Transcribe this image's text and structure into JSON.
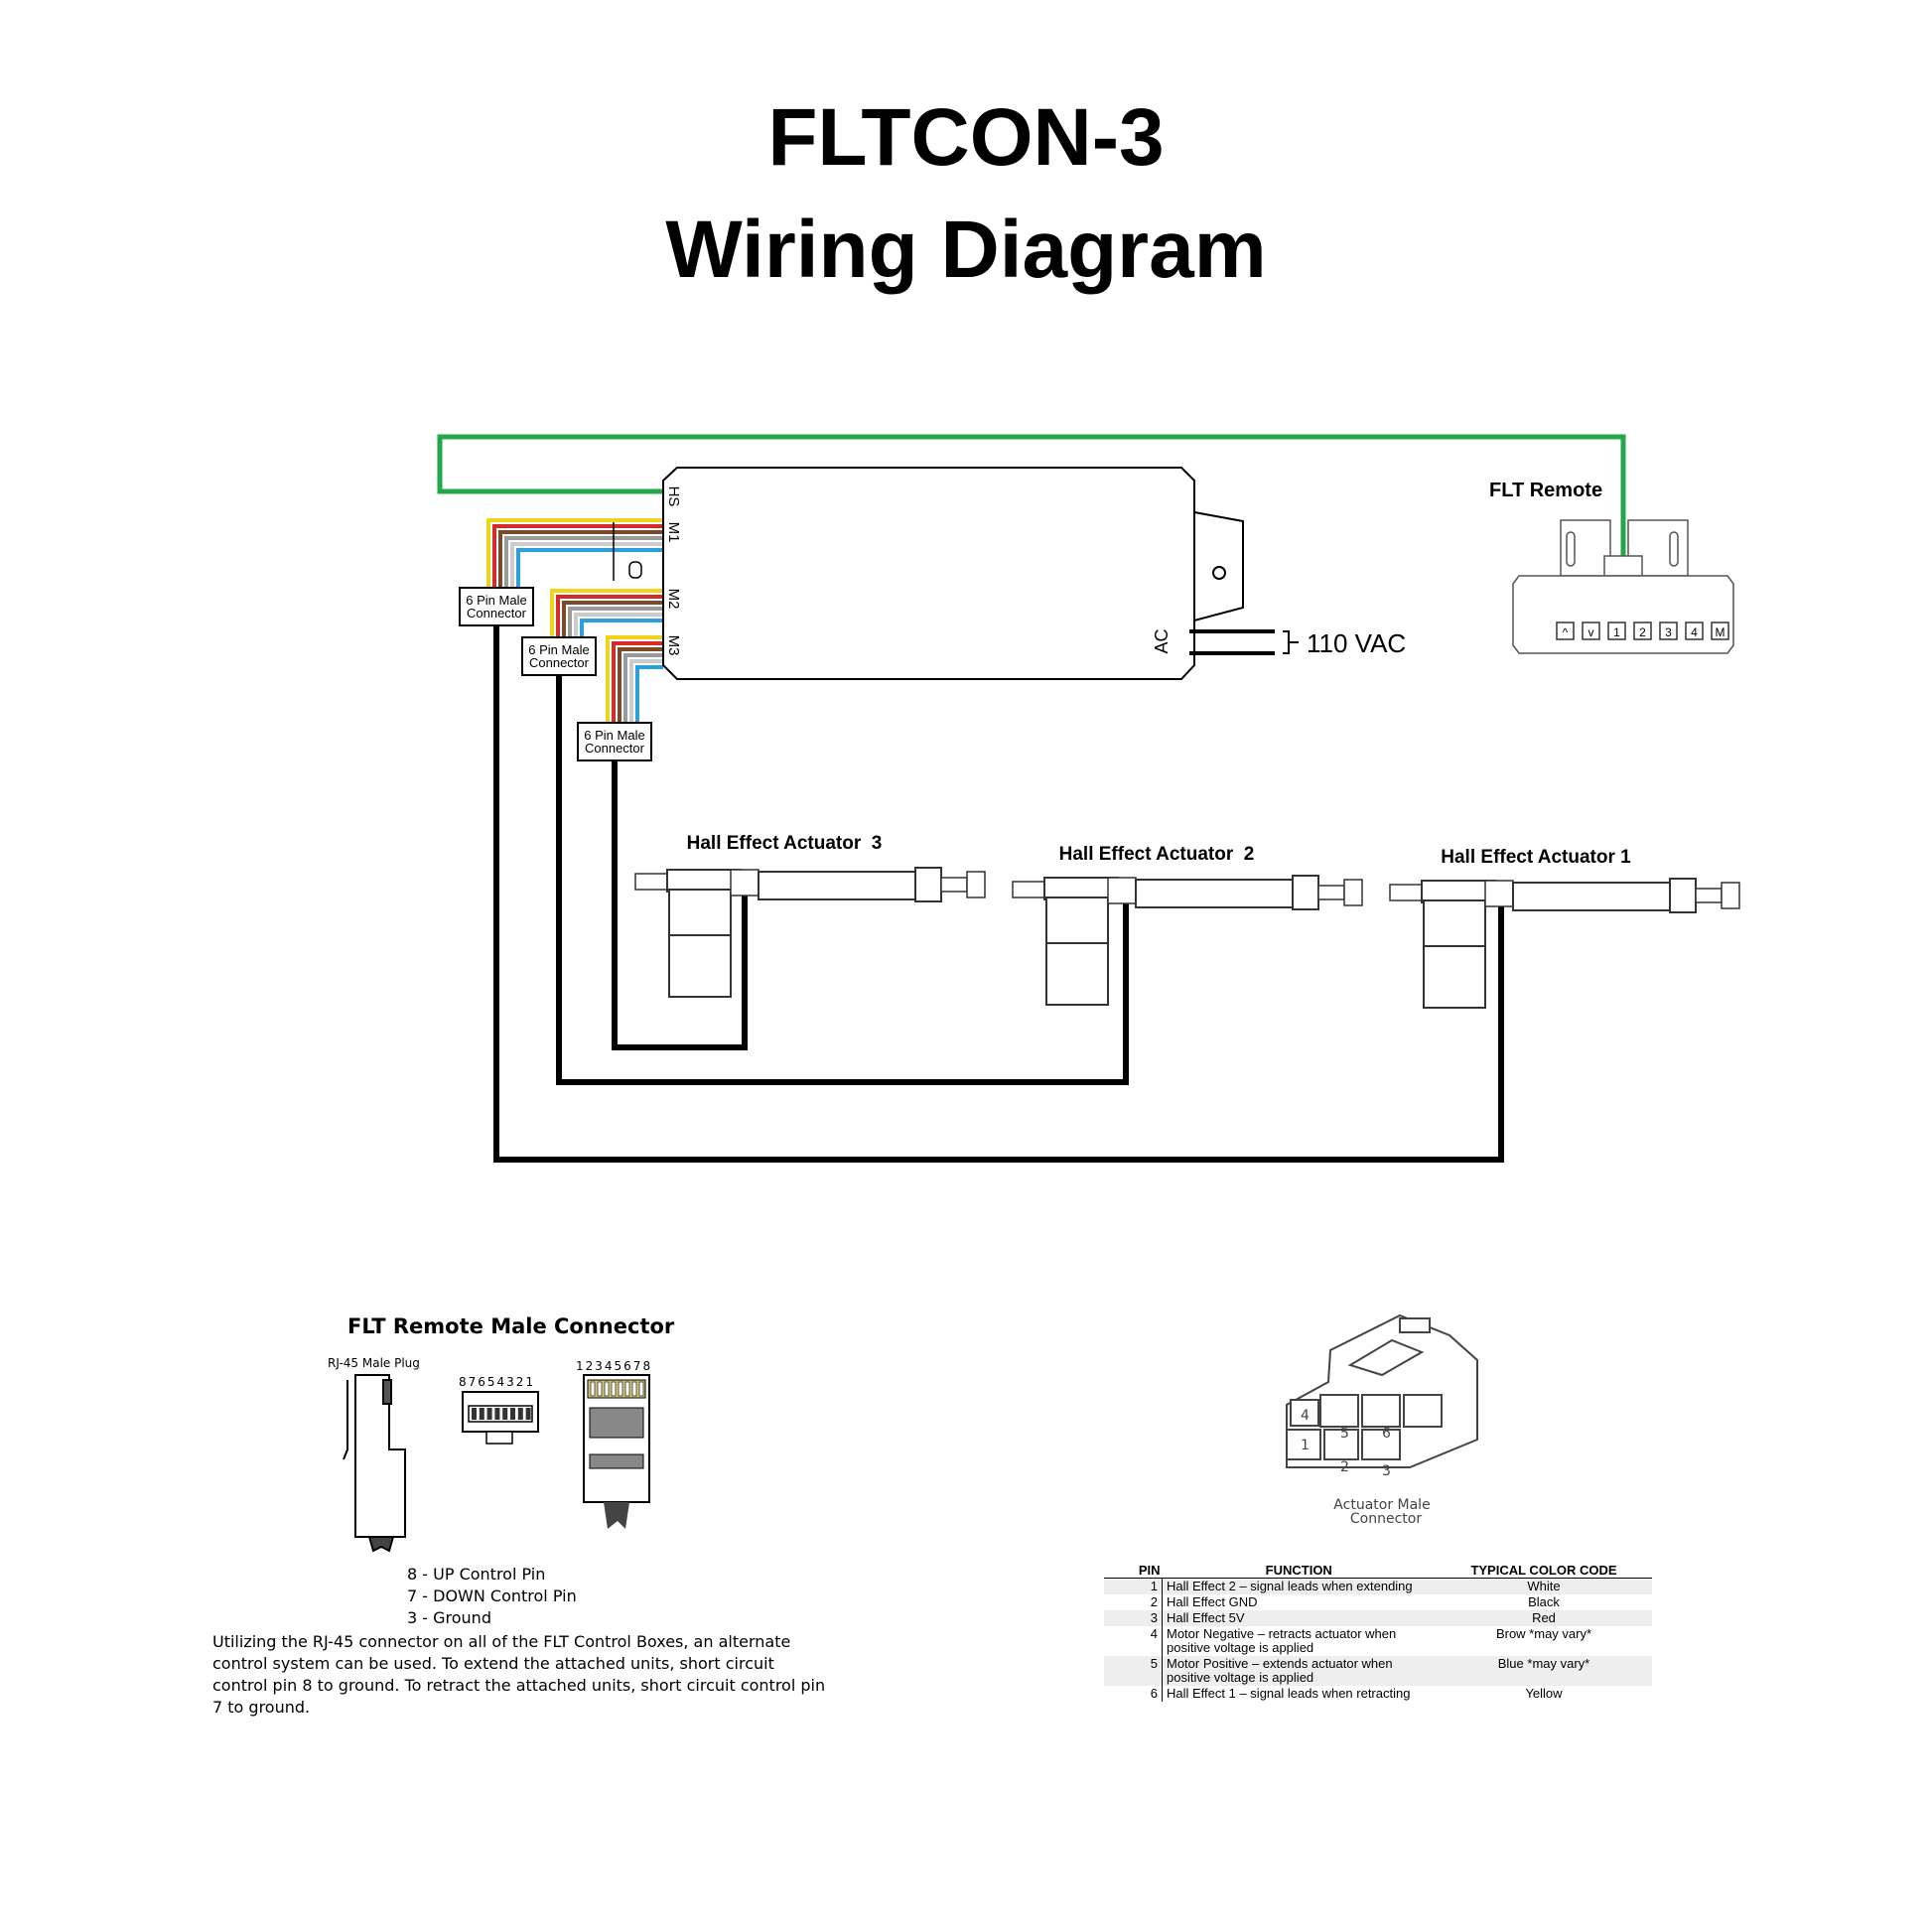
{
  "title": {
    "line1": "FLTCON-3",
    "line2": "Wiring Diagram"
  },
  "colors": {
    "remote_wire": "#22a84a",
    "wire_yellow": "#f2d31b",
    "wire_red": "#d62b2b",
    "wire_brown": "#7a4a2a",
    "wire_gray": "#9a9a9a",
    "wire_white": "#ffffff",
    "wire_blue": "#2aa0dc",
    "cable": "#000000"
  },
  "control_box": {
    "ports": [
      "HS",
      "M1",
      "M2",
      "M3"
    ],
    "ac_label": "AC",
    "power_label": "110 VAC"
  },
  "remote": {
    "label": "FLT Remote",
    "buttons": [
      "^",
      "v",
      "1",
      "2",
      "3",
      "4",
      "M"
    ]
  },
  "connectors": [
    "6 Pin Male Connector",
    "6 Pin Male Connector",
    "6 Pin Male Connector"
  ],
  "actuators": [
    "Hall Effect Actuator  3",
    "Hall Effect Actuator  2",
    "Hall Effect Actuator 1"
  ],
  "rj45": {
    "heading": "FLT Remote  Male Connector",
    "plug_label": "RJ-45 Male Plug",
    "pin_order_back": "87654321",
    "pin_order_front": "12345678",
    "pin_list": [
      "8 - UP Control Pin",
      "7 - DOWN Control Pin",
      "3 - Ground"
    ],
    "note": "Utilizing the RJ-45 connector on all of the FLT Control Boxes, an alternate control system can be used. To extend the attached units, short circuit control pin 8 to ground. To retract the attached units, short circuit control pin 7 to ground."
  },
  "actuator_connector": {
    "label": "Actuator Male Connector",
    "pin_numbers": [
      "4",
      "5",
      "6",
      "1",
      "2",
      "3"
    ]
  },
  "pin_table": {
    "headers": [
      "PIN",
      "FUNCTION",
      "TYPICAL COLOR CODE"
    ],
    "rows": [
      {
        "pin": "1",
        "function": "Hall Effect 2 – signal leads when extending",
        "color": "White"
      },
      {
        "pin": "2",
        "function": "Hall Effect GND",
        "color": "Black"
      },
      {
        "pin": "3",
        "function": "Hall Effect 5V",
        "color": "Red"
      },
      {
        "pin": "4",
        "function": "Motor Negative – retracts actuator when positive voltage is applied",
        "color": "Brow  *may vary*"
      },
      {
        "pin": "5",
        "function": "Motor Positive – extends actuator when positive voltage is applied",
        "color": "Blue  *may vary*"
      },
      {
        "pin": "6",
        "function": "Hall Effect 1 – signal leads when retracting",
        "color": "Yellow"
      }
    ]
  }
}
